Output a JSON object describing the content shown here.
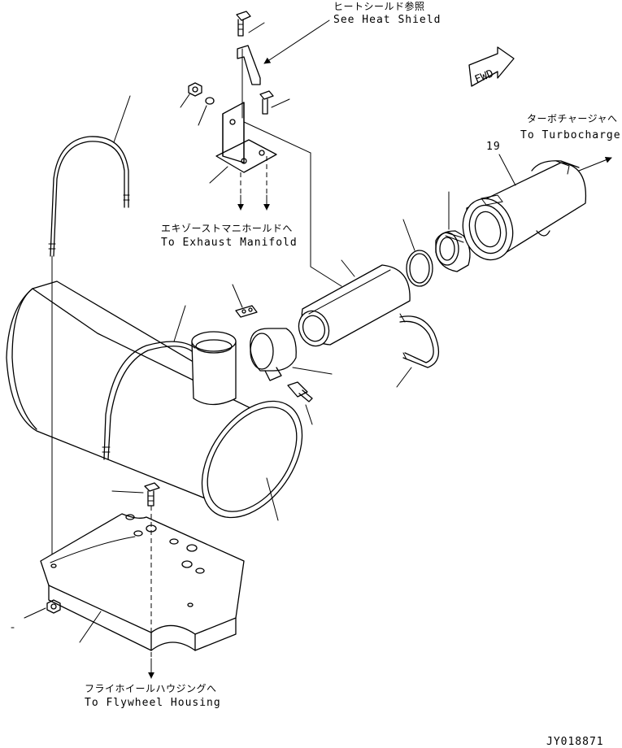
{
  "labels": {
    "heat_shield_jp": "ヒートシールド参照",
    "heat_shield_en": "See Heat Shield",
    "fwd": "FWD",
    "turbo_jp": "ターボチャージャへ",
    "turbo_en": "To Turbocharger",
    "part_number_19": "19",
    "exhaust_jp": "エキゾーストマニホールドへ",
    "exhaust_en": "To Exhaust Manifold",
    "flywheel_jp": "フライホイールハウジングへ",
    "flywheel_en": "To Flywheel Housing",
    "drawing_id": "JY018871"
  }
}
